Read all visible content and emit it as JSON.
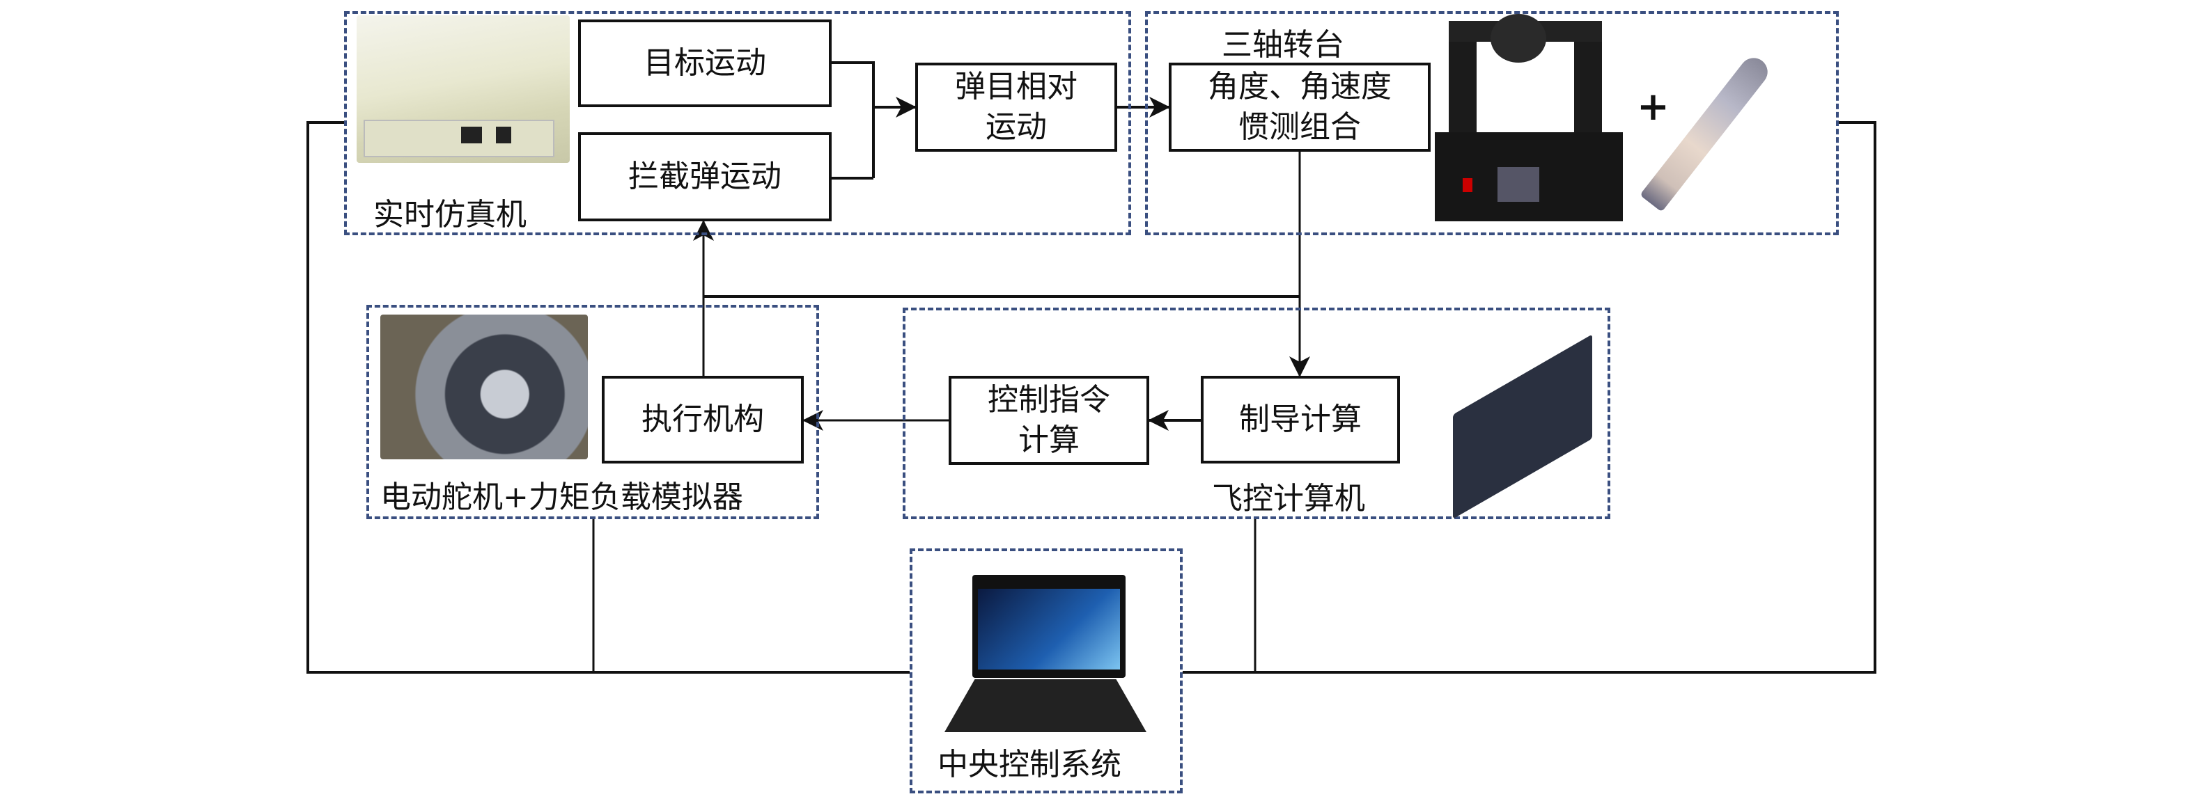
{
  "groups": {
    "simulator": {
      "label": "实时仿真机",
      "photo": "industrial-pc-photo"
    },
    "turntable": {
      "label": "三轴转台",
      "photo": "three-axis-turntable-photo",
      "plus": "+",
      "missile": "missile-model-photo"
    },
    "actuator_group": {
      "label": "电动舵机+力矩负载模拟器",
      "photo": "servo-load-simulator-photo"
    },
    "flight_computer": {
      "label": "飞控计算机",
      "photo": "flight-computer-photo"
    },
    "central": {
      "label": "中央控制系统",
      "photo": "laptop-photo"
    }
  },
  "blocks": {
    "target_motion": "目标运动",
    "interceptor_motion": "拦截弹运动",
    "relative_motion_l1": "弹目相对",
    "relative_motion_l2": "运动",
    "imu_l1": "角度、角速度",
    "imu_l2": "惯测组合",
    "actuator": "执行机构",
    "command_l1": "控制指令",
    "command_l2": "计算",
    "guidance": "制导计算"
  },
  "colors": {
    "group_border": "#3a4f80",
    "line": "#111111"
  }
}
